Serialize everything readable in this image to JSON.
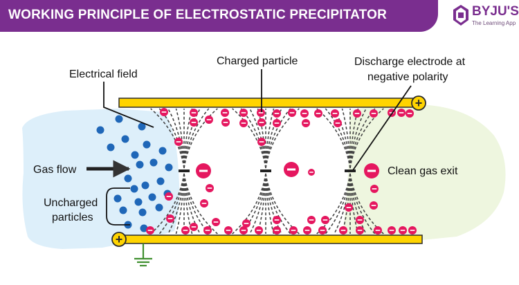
{
  "header": {
    "title": "WORKING PRINCIPLE OF ELECTROSTATIC PRECIPITATOR",
    "logo": {
      "name": "BYJU'S",
      "tagline": "The Learning App"
    }
  },
  "diagram": {
    "labels": {
      "electrical_field": "Electrical field",
      "charged_particle": "Charged particle",
      "discharge_electrode_line1": "Discharge electrode at",
      "discharge_electrode_line2": "negative polarity",
      "gas_flow": "Gas flow",
      "uncharged_line1": "Uncharged",
      "uncharged_line2": "particles",
      "clean_gas_exit": "Clean gas exit"
    },
    "symbols": {
      "plus": "+",
      "minus": "−"
    },
    "colors": {
      "header_bg": "#7a2e8f",
      "plate": "#ffd400",
      "plate_stroke": "#2b2b2b",
      "charged_particle": "#e5175f",
      "uncharged_particle": "#1f67b8",
      "gas_inlet_zone": "#ddeffa",
      "clean_exit_zone": "#eef6df",
      "ground": "#3f8f2f",
      "field_lines": "#444444"
    }
  }
}
